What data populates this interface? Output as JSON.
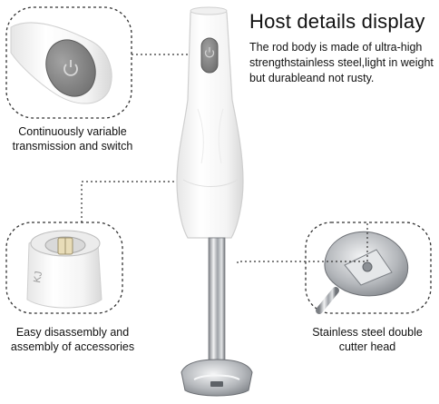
{
  "header": {
    "title": "Host details display",
    "description": "The rod body is made of ultra-high strengthstainless steel,light in weight but durableand not rusty."
  },
  "callouts": {
    "switch": {
      "line1": "Continuously variable",
      "line2": "transmission and switch"
    },
    "assembly": {
      "line1": "Easy disassembly and",
      "line2": "assembly of accessories"
    },
    "cutter": {
      "line1": "Stainless steel double",
      "line2": "cutter head"
    }
  },
  "colors": {
    "body_white": "#f7f7f7",
    "button_gray": "#8a8a8a",
    "steel": "#b9bcc0",
    "dash": "#333333"
  },
  "icons": {
    "power": "power-icon"
  }
}
